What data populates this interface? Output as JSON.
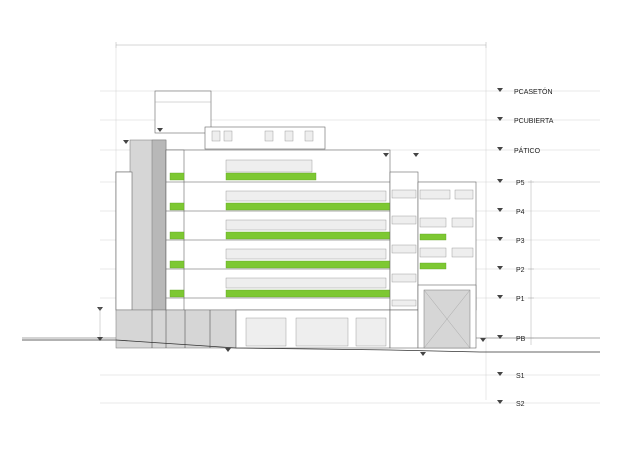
{
  "levels": [
    {
      "id": "pcaseton",
      "label": "PCASETÓN"
    },
    {
      "id": "pcubierta",
      "label": "PCUBIERTA"
    },
    {
      "id": "patico",
      "label": "PÁTICO"
    },
    {
      "id": "p5",
      "label": "P5"
    },
    {
      "id": "p4",
      "label": "P4"
    },
    {
      "id": "p3",
      "label": "P3"
    },
    {
      "id": "p2",
      "label": "P2"
    },
    {
      "id": "p1",
      "label": "P1"
    },
    {
      "id": "pb",
      "label": "PB"
    },
    {
      "id": "s1",
      "label": "S1"
    },
    {
      "id": "s2",
      "label": "S2"
    }
  ],
  "colors": {
    "green_balcony": "#7dc832",
    "facade": "#ffffff",
    "base_shade": "#d6d6d6",
    "line": "#555555"
  }
}
